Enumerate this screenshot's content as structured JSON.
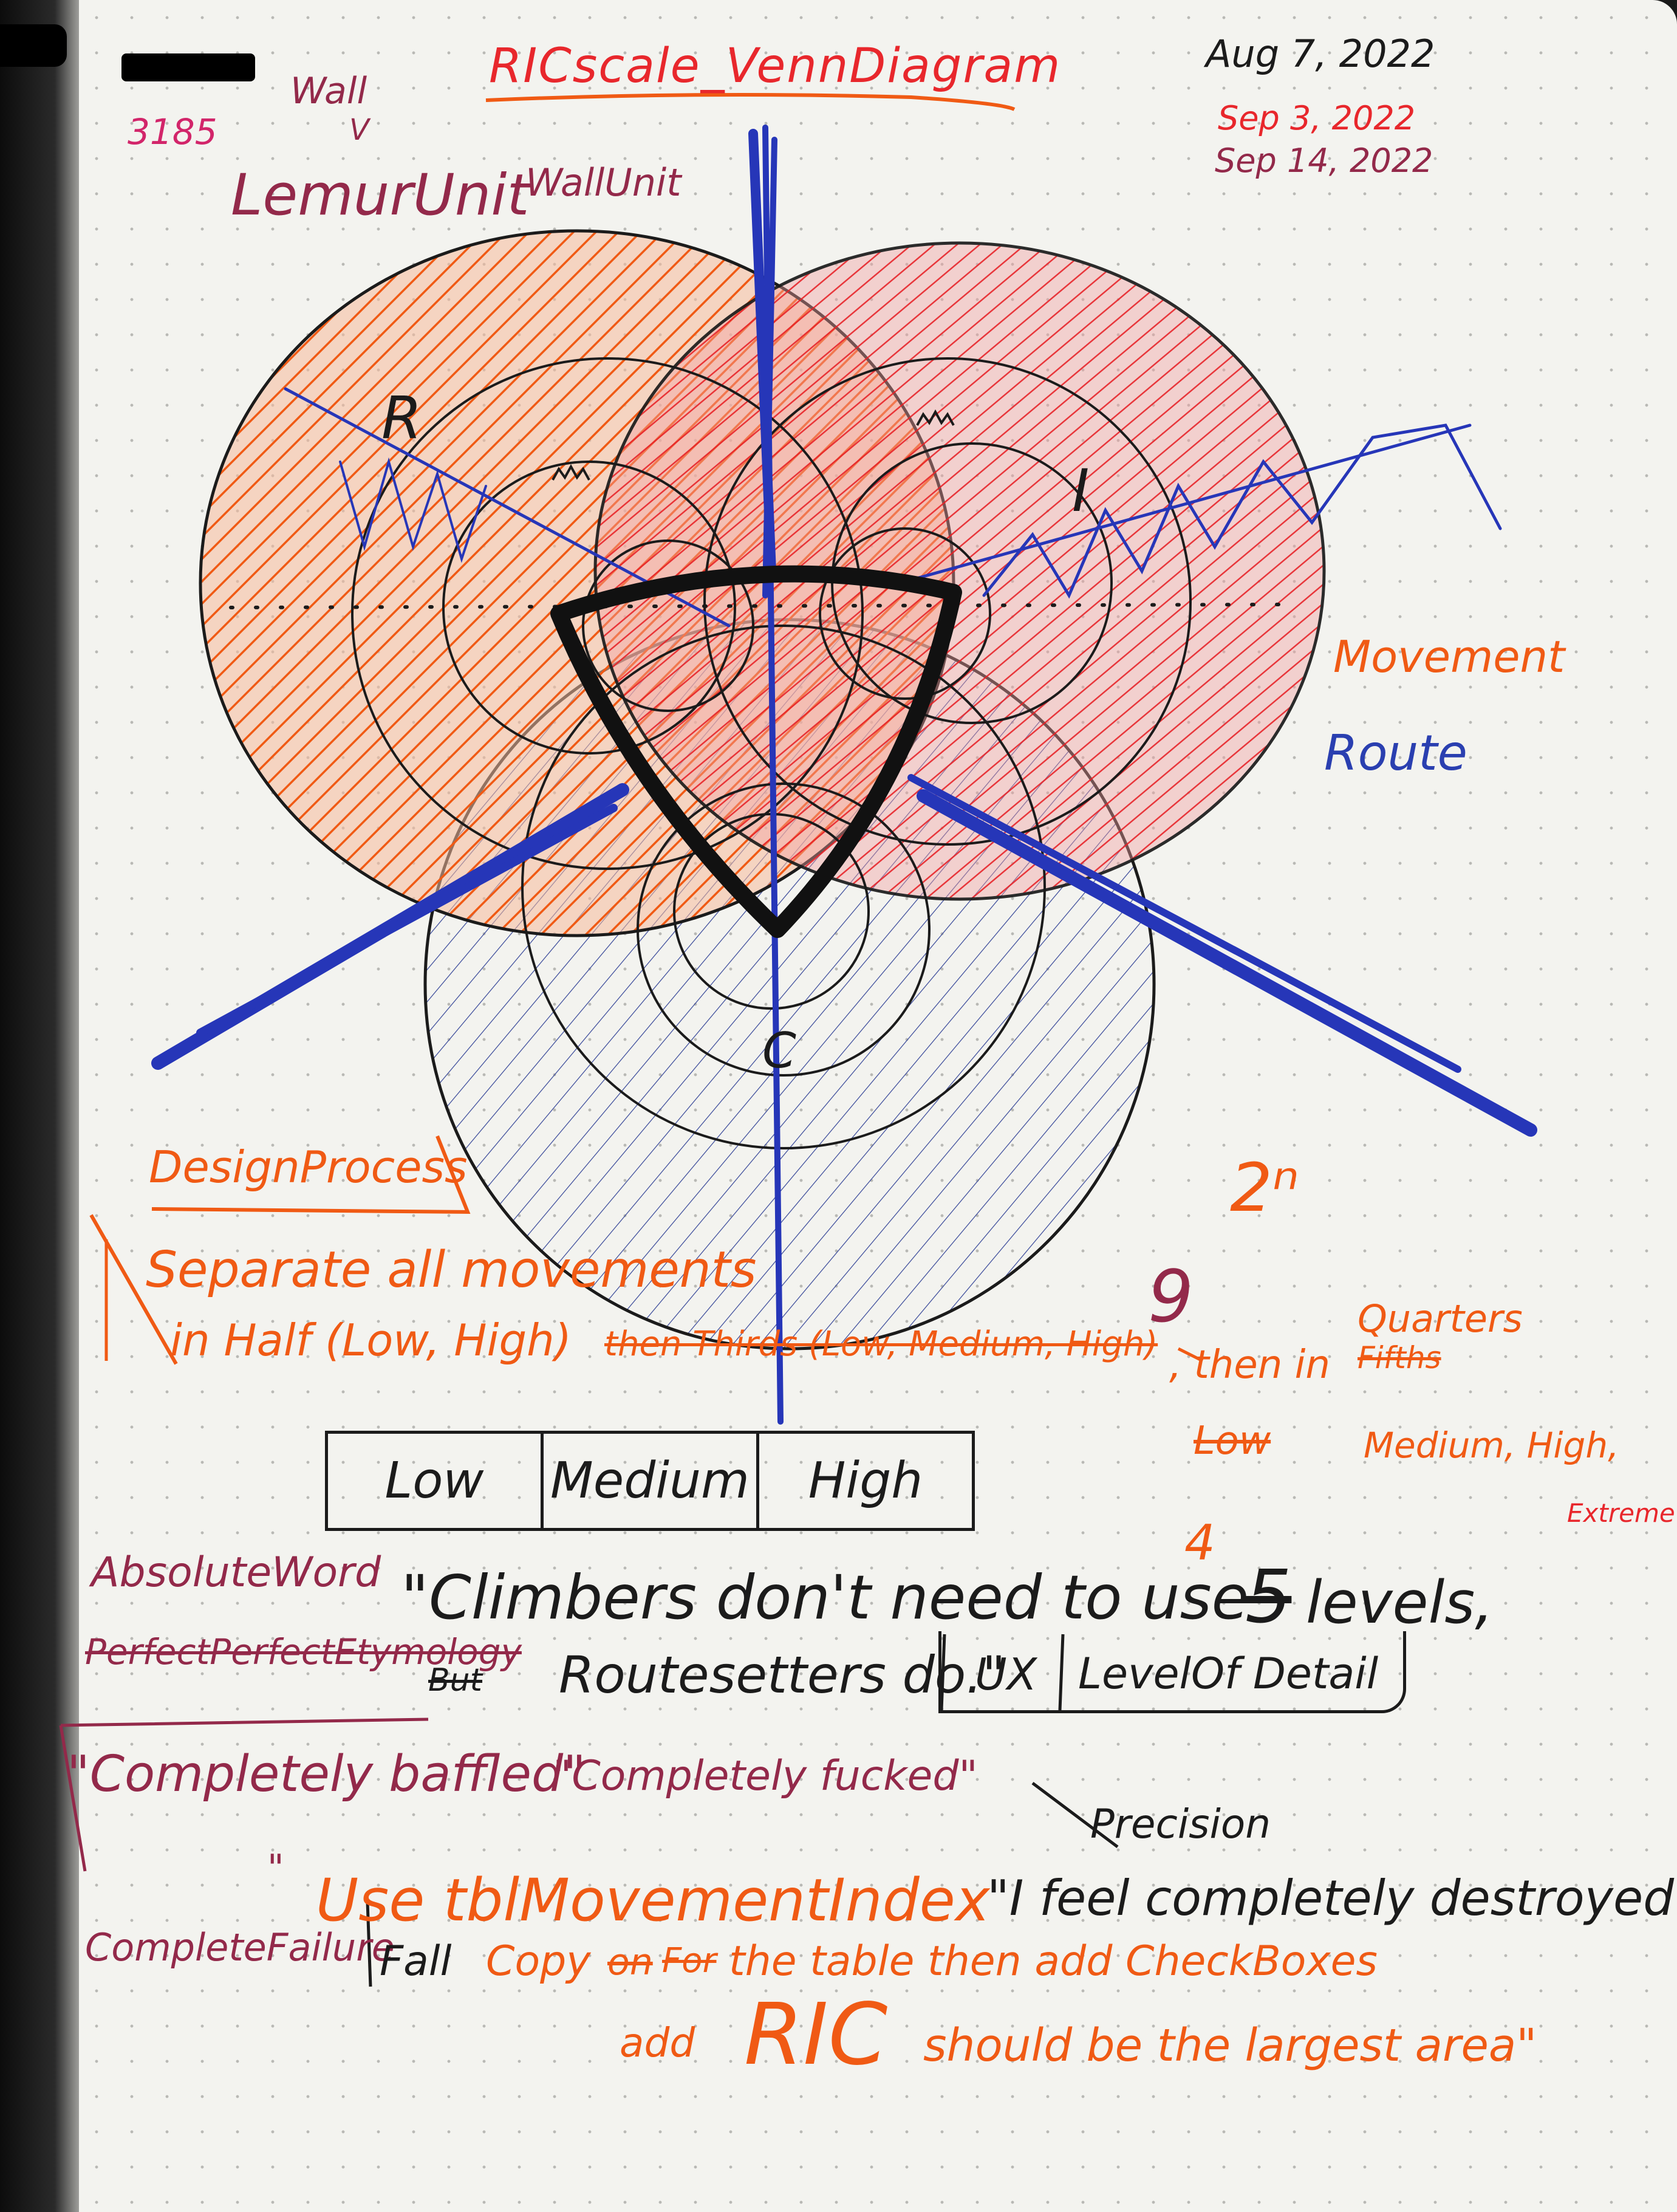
{
  "title": "RICscale_VennDiagram",
  "dates": [
    "Aug 7, 2022",
    "Sep 3, 2022",
    "Sep 14, 2022"
  ],
  "top_left": {
    "number": "3185",
    "wall": "Wall",
    "arrow": "V",
    "lemur_unit": "LemurUnit",
    "wall_unit": "WallUnit"
  },
  "venn_labels": {
    "left": "R",
    "right": "I",
    "bottom": "C"
  },
  "side_labels": {
    "movement": "Movement",
    "route": "Route"
  },
  "design_process": {
    "heading": "DesignProcess",
    "line1": "Separate all movements",
    "line2_a": "in Half (Low, High)",
    "line2_strike": "then Thirds (Low, Medium, High)",
    "nine": "9",
    "then_in": ", then in",
    "quarters": "Quarters",
    "fifths_strike": "Fifths",
    "line3_strike": "Low",
    "line3": "Medium, High,",
    "extreme": "Extreme",
    "two_n": "2ⁿ"
  },
  "lmh_table": [
    "Low",
    "Medium",
    "High"
  ],
  "quote": {
    "line1": "\"Climbers don't need to use",
    "five_strike": "5",
    "four": "4",
    "line1_end": "levels,",
    "but_strike": "But",
    "line2": "Routesetters do.\"",
    "ux": "UX",
    "lod": "LevelOf Detail",
    "precision": "Precision"
  },
  "left_notes": {
    "absolute_word": "AbsoluteWord",
    "etymology_strike": "PerfectPerfectEtymology",
    "baffled": "\"Completely baffled\"",
    "fucked": "\"Completely fucked\"",
    "quote_mark": "\"",
    "complete_failure": "CompleteFailure"
  },
  "bottom_notes": {
    "use_index": "Use tblMovementIndex",
    "destroyed": "\"I feel completely destroyed\"",
    "fall": "Fall",
    "copy": "Copy",
    "on_strike": "on",
    "for_strike": "For",
    "rest1": "the table then add CheckBoxes",
    "add": "add",
    "ric": "RIC",
    "rest2": "should be the largest area\""
  },
  "colors": {
    "orange": "#f05a14",
    "red": "#e8272c",
    "blue": "#2a3fb0",
    "black": "#1b1b1b",
    "maroon": "#93294a",
    "pink": "#d2256a"
  }
}
